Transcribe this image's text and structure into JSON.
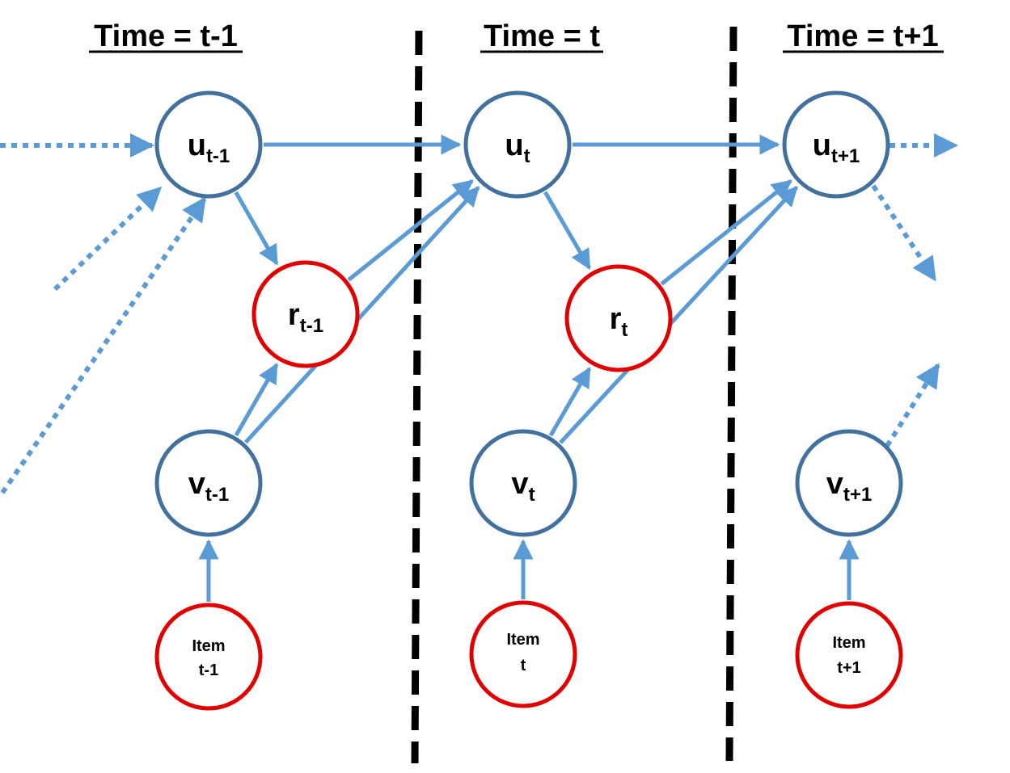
{
  "colors": {
    "edge": "#5b9bd5",
    "latent_stroke": "#41719c",
    "observed_stroke": "#e00000",
    "divider": "#000000",
    "text": "#000000"
  },
  "titles": [
    {
      "id": "t-minus-1",
      "label": "Time = t-1"
    },
    {
      "id": "t",
      "label": "Time = t"
    },
    {
      "id": "t-plus-1",
      "label": "Time = t+1"
    }
  ],
  "nodes": [
    {
      "id": "u_tm1",
      "kind": "latent",
      "base": "u",
      "sub": "t-1"
    },
    {
      "id": "r_tm1",
      "kind": "observed",
      "base": "r",
      "sub": "t-1"
    },
    {
      "id": "v_tm1",
      "kind": "latent",
      "base": "v",
      "sub": "t-1"
    },
    {
      "id": "item_tm1",
      "kind": "observed",
      "line1": "Item",
      "line2": "t-1"
    },
    {
      "id": "u_t",
      "kind": "latent",
      "base": "u",
      "sub": "t"
    },
    {
      "id": "r_t",
      "kind": "observed",
      "base": "r",
      "sub": "t"
    },
    {
      "id": "v_t",
      "kind": "latent",
      "base": "v",
      "sub": "t"
    },
    {
      "id": "item_t",
      "kind": "observed",
      "line1": "Item",
      "line2": "t"
    },
    {
      "id": "u_tp1",
      "kind": "latent",
      "base": "u",
      "sub": "t+1"
    },
    {
      "id": "v_tp1",
      "kind": "latent",
      "base": "v",
      "sub": "t+1"
    },
    {
      "id": "item_tp1",
      "kind": "observed",
      "line1": "Item",
      "line2": "t+1"
    }
  ],
  "edges": [
    {
      "from": "u_tm1",
      "to": "u_t"
    },
    {
      "from": "u_t",
      "to": "u_tp1"
    },
    {
      "from": "u_tm1",
      "to": "r_tm1"
    },
    {
      "from": "v_tm1",
      "to": "r_tm1"
    },
    {
      "from": "r_tm1",
      "to": "u_t"
    },
    {
      "from": "v_tm1",
      "to": "u_t"
    },
    {
      "from": "item_tm1",
      "to": "v_tm1"
    },
    {
      "from": "u_t",
      "to": "r_t"
    },
    {
      "from": "v_t",
      "to": "r_t"
    },
    {
      "from": "r_t",
      "to": "u_tp1"
    },
    {
      "from": "v_t",
      "to": "u_tp1"
    },
    {
      "from": "item_t",
      "to": "v_t"
    },
    {
      "from": "item_tp1",
      "to": "v_tp1"
    }
  ],
  "dotted_edges": [
    {
      "from": "left-edge",
      "to": "u_tm1"
    },
    {
      "from": "left-edge",
      "to": "u_tm1"
    },
    {
      "from": "left-edge",
      "to": "u_tm1"
    },
    {
      "from": "u_tp1",
      "to": "right-edge"
    },
    {
      "from": "u_tp1",
      "to": "right-edge"
    },
    {
      "from": "v_tp1",
      "to": "right-edge"
    }
  ]
}
